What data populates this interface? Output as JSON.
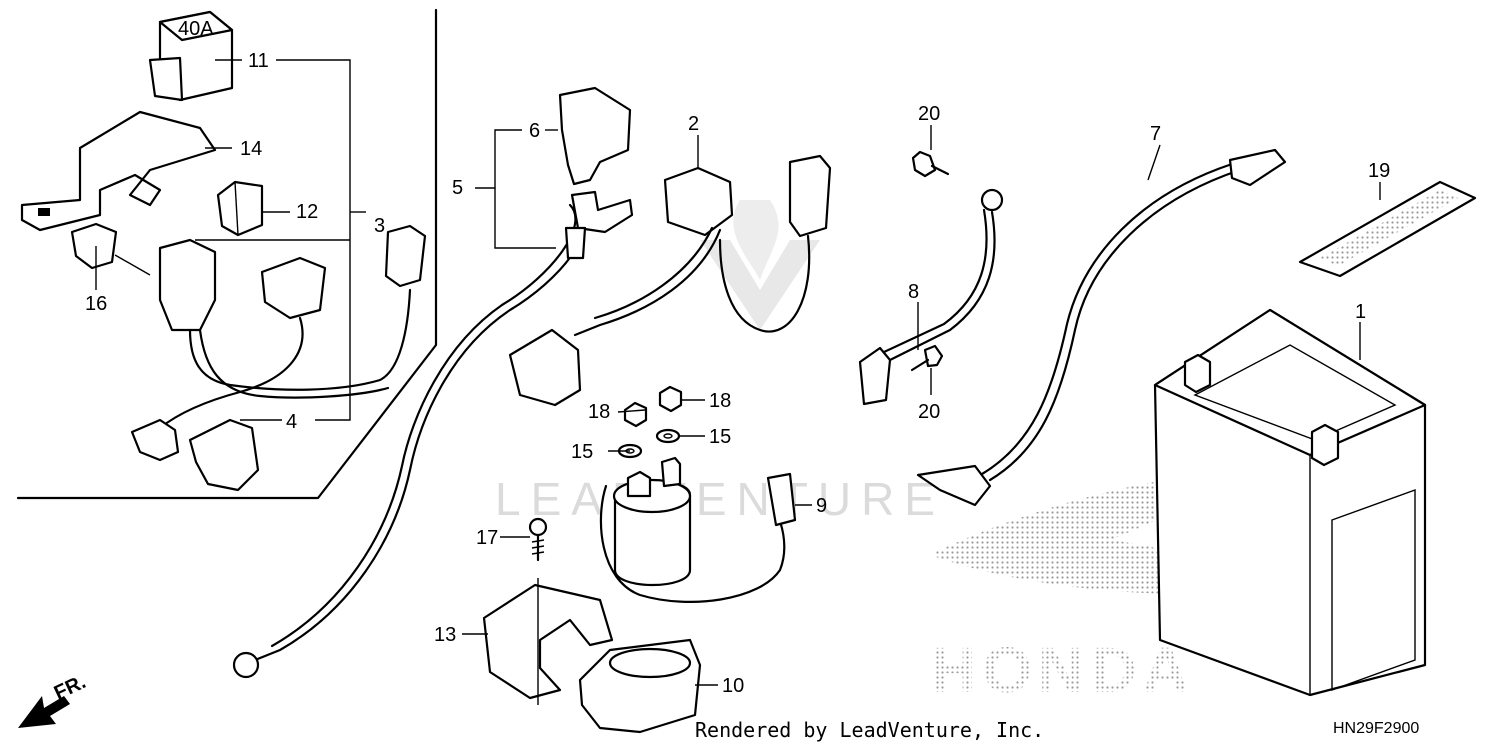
{
  "callouts": {
    "c1": "1",
    "c2": "2",
    "c3": "3",
    "c4": "4",
    "c5": "5",
    "c6": "6",
    "c7": "7",
    "c8": "8",
    "c9": "9",
    "c10": "10",
    "c11": "11",
    "c12": "12",
    "c13": "13",
    "c14": "14",
    "c15a": "15",
    "c15b": "15",
    "c16": "16",
    "c17": "17",
    "c18a": "18",
    "c18b": "18",
    "c19": "19",
    "c20a": "20",
    "c20b": "20"
  },
  "fuse_label": "40A",
  "direction_label": "FR.",
  "watermark": "LEADVENTURE",
  "brand_logo_text": "HONDA",
  "credit": "Rendered by LeadVenture, Inc.",
  "diagram_code": "HN29F2900"
}
